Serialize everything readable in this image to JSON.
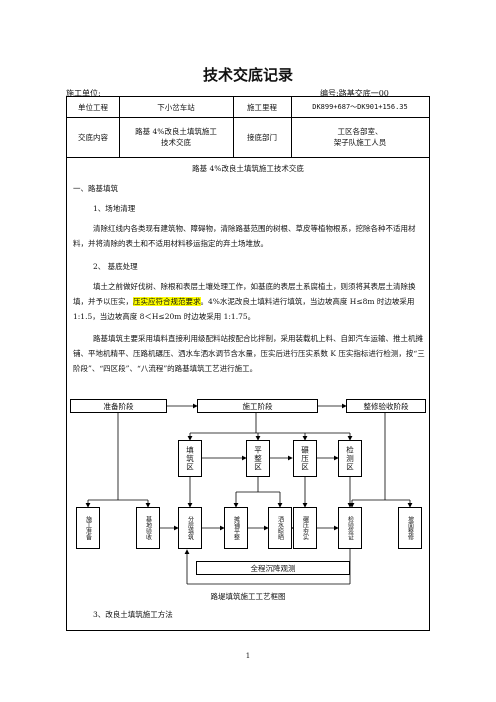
{
  "doc": {
    "title": "技术交底记录",
    "unit_label": "施工单位:",
    "number_label": "编号:路基交底一00"
  },
  "header": {
    "unit_project_label": "单位工程",
    "unit_project_value": "下小岔车站",
    "mileage_label": "施工里程",
    "mileage_value": "DK899+687～DK901+156.35",
    "content_label": "交底内容",
    "content_value_1": "路基 4%改良土填筑施工",
    "content_value_2": "技术交底",
    "receiver_label": "接底部门",
    "receiver_value_1": "工区各部室、",
    "receiver_value_2": "架子队施工人员"
  },
  "body": {
    "heading": "路基 4%改良土填筑施工技术交底",
    "sec1": "一、路基填筑",
    "sub1": "1、场地清理",
    "p1": "清除红线内各类现有建筑物、障碍物，清除路基范围的树根、草皮等植物根系，挖除各种不适用材料，并将清除的表土和不适用材料移运指定的弃土场堆放。",
    "sub2": "2、 基底处理",
    "p2_a": "填土之前做好伐树、除根和表层土壤处理工作，如基底的表层土系腐植土，则须将其表层土清除换填，并予以压实，",
    "p2_hl": "压实应符合规范要求",
    "p2_b": "。4%水泥改良土填料进行填筑，当边坡高度 H≤8m 时边坡采用 1:1.5，当边坡高度 8＜H≤20m 时边坡采用 1:1.75。",
    "p3": "路基填筑主要采用填料直接利用级配料站按配合比拌制，采用装载机上料、自卸汽车运输、推土机摊铺、平地机精平、压路机碾压、洒水车洒水调节含水量，压实后进行压实系数 K 压实指标进行检测，按“三阶段”、“四区段”、“八流程”的路基填筑工艺进行施工。",
    "sub3": "3、改良土填筑施工方法"
  },
  "flow": {
    "stage_prep": "准备阶段",
    "stage_build": "施工阶段",
    "stage_finish": "整修验收阶段",
    "zone_fill": "填筑区",
    "zone_level": "平整区",
    "zone_roll": "碾压区",
    "zone_check": "检测区",
    "step_prep": "施工准备",
    "step_base": "基地验收",
    "step_layer": "分层填筑",
    "step_spread": "摊铺平整",
    "step_water": "洒水晾晒",
    "step_compact": "碾压夯实",
    "step_sign": "检验签证",
    "step_slope": "坡面整修",
    "settle": "全程沉降观测",
    "caption": "路堤填筑施工工艺框图"
  },
  "page_number": "1"
}
